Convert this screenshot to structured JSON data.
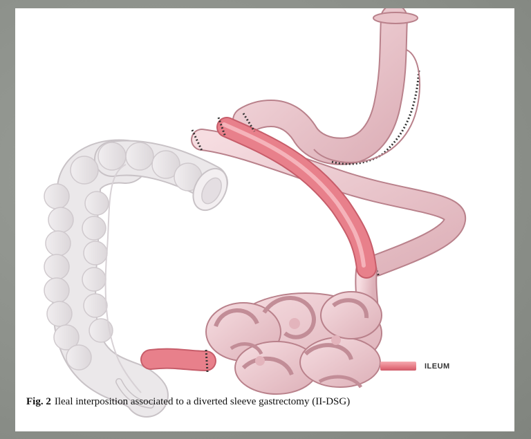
{
  "figure": {
    "legend": {
      "label": "ILEUM",
      "color": "#e8808b"
    },
    "caption": {
      "label": "Fig. 2",
      "text": "Ileal interposition associated to a diverted sleeve gastrectomy (II-DSG)"
    },
    "colors": {
      "background": "#8f938d",
      "panel": "#ffffff",
      "bowel": "#ecc5cb",
      "bowel_outline": "#b9818b",
      "ileum": "#e8808b",
      "colon": "#ebe8ea",
      "colon_outline": "#c8c2c6",
      "staple": "#333333"
    },
    "structures": [
      "stomach",
      "interposed-ileum",
      "jejunal-loop",
      "small-bowel",
      "colon",
      "ileocecal-segment"
    ]
  }
}
